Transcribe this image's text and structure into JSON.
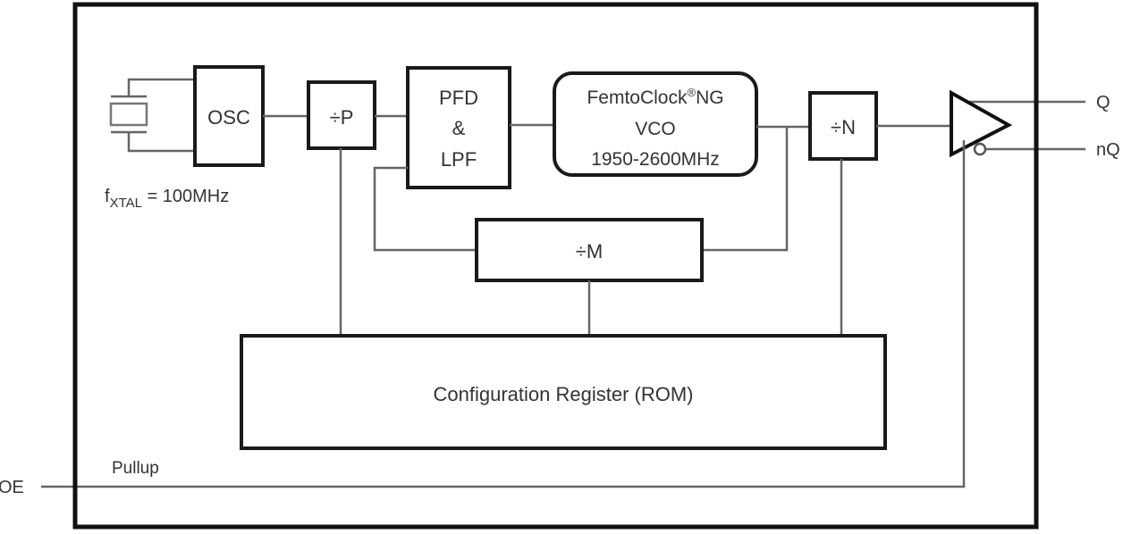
{
  "diagram": {
    "blocks": {
      "osc": "OSC",
      "div_p": "÷P",
      "pfd_line1": "PFD",
      "pfd_line2": "&",
      "pfd_line3": "LPF",
      "vco_line1": "FemtoClock",
      "vco_reg": "®",
      "vco_line1_suffix": "NG",
      "vco_line2": "VCO",
      "vco_line3": "1950-2600MHz",
      "div_n": "÷N",
      "div_m": "÷M",
      "config": "Configuration Register (ROM)"
    },
    "labels": {
      "fxtal_f": "f",
      "fxtal_sub": "XTAL",
      "fxtal_value": " = 100MHz",
      "pullup": "Pullup",
      "oe": "OE",
      "q": "Q",
      "nq": "nQ"
    },
    "icons": {
      "crystal": "crystal-icon",
      "buffer": "differential-buffer-icon"
    },
    "colors": {
      "block_stroke": "#1a1a1a",
      "wire": "#666666",
      "text": "#333333",
      "background": "#ffffff"
    }
  }
}
